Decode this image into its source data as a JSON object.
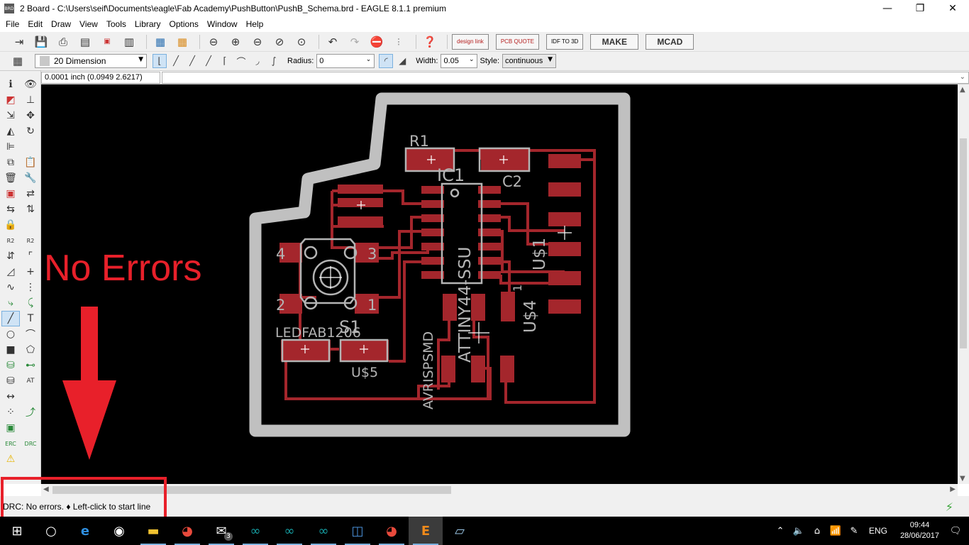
{
  "window": {
    "title": "2 Board - C:\\Users\\seif\\Documents\\eagle\\Fab Academy\\PushButton\\PushB_Schema.brd - EAGLE 8.1.1 premium",
    "app_icon_text": "BRD",
    "minimize": "—",
    "maximize": "❐",
    "close": "✕"
  },
  "menu": [
    "File",
    "Edit",
    "Draw",
    "View",
    "Tools",
    "Library",
    "Options",
    "Window",
    "Help"
  ],
  "toolbar": {
    "ext_buttons": [
      "design link",
      "PCB QUOTE",
      "IDF TO 3D",
      "MAKE",
      "MCAD"
    ]
  },
  "toolbar2": {
    "layer": "20 Dimension",
    "radius_label": "Radius:",
    "radius_value": "0",
    "width_label": "Width:",
    "width_value": "0.05",
    "style_label": "Style:",
    "style_value": "continuous"
  },
  "coords": "0.0001 inch (0.0949 2.6217)",
  "status": {
    "text": "DRC: No errors.  ♦ Left-click to start line"
  },
  "annotation": {
    "text": "No Errors",
    "color": "#e8202a"
  },
  "board": {
    "outline_color": "#c0c0c0",
    "copper_color": "#a4262c",
    "silk_color": "#b4b4b4",
    "labels": {
      "r1": "R1",
      "c2": "C2",
      "ic1": "IC1",
      "ic1_value": "ATTINY44-SSU",
      "us1": "U$1",
      "us4": "U$4",
      "us4_pin": "1",
      "s1": "S1",
      "s1_pins": [
        "4",
        "3",
        "2",
        "1"
      ],
      "led": "LEDFAB1206",
      "us5": "U$5",
      "avrisp": "AVRISPSMD"
    }
  },
  "taskbar": {
    "lang": "ENG",
    "time": "09:44",
    "date": "28/06/2017",
    "mail_badge": "3"
  }
}
